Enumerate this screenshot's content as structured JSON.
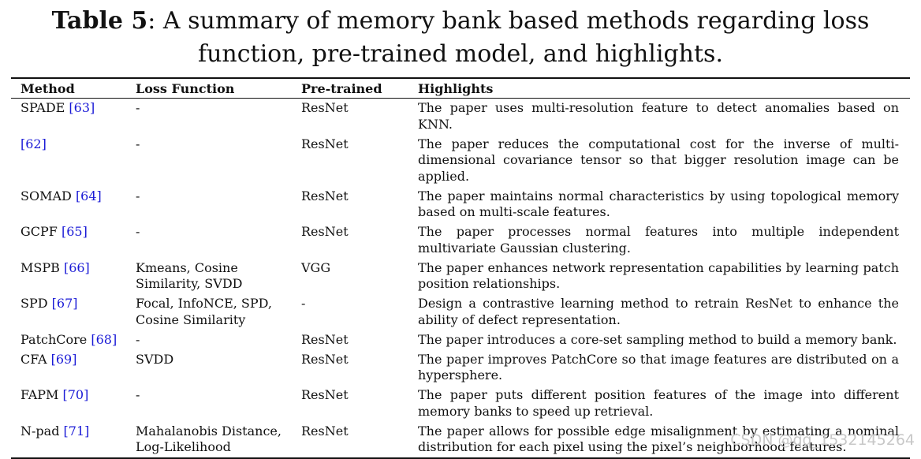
{
  "caption": {
    "label": "Table 5",
    "text": ": A summary of memory bank based methods regarding loss function, pre-trained model, and highlights."
  },
  "table": {
    "headers": [
      "Method",
      "Loss Function",
      "Pre-trained",
      "Highlights"
    ],
    "rows": [
      {
        "method": "SPADE ",
        "ref": "[63]",
        "loss": "-",
        "pretrained": "ResNet",
        "highlights": "The paper uses multi-resolution feature to detect anomalies based on KNN."
      },
      {
        "method": "",
        "ref": "[62]",
        "loss": "-",
        "pretrained": "ResNet",
        "highlights": "The paper reduces the computational cost for the inverse of multi-dimensional covariance tensor so that bigger resolution image can be applied."
      },
      {
        "method": "SOMAD ",
        "ref": "[64]",
        "loss": "-",
        "pretrained": "ResNet",
        "highlights": "The paper maintains normal characteristics by using topological memory based on multi-scale features."
      },
      {
        "method": "GCPF ",
        "ref": "[65]",
        "loss": "-",
        "pretrained": "ResNet",
        "highlights": "The paper processes normal features into multiple independent multivariate Gaussian clustering."
      },
      {
        "method": "MSPB ",
        "ref": "[66]",
        "loss": "Kmeans, Cosine Similarity, SVDD",
        "pretrained": "VGG",
        "highlights": "The paper enhances network representation capabilities by learning patch position relationships."
      },
      {
        "method": "SPD ",
        "ref": "[67]",
        "loss": "Focal, InfoNCE, SPD, Cosine Similarity",
        "pretrained": "-",
        "highlights": "Design a contrastive learning method to retrain ResNet to enhance the ability of defect representation."
      },
      {
        "method": "PatchCore ",
        "ref": "[68]",
        "loss": "-",
        "pretrained": "ResNet",
        "highlights": "The paper introduces a core-set sampling method to build a memory bank."
      },
      {
        "method": "CFA ",
        "ref": "[69]",
        "loss": "SVDD",
        "pretrained": "ResNet",
        "highlights": "The paper improves PatchCore so that image features are distributed on a hypersphere."
      },
      {
        "method": "FAPM ",
        "ref": "[70]",
        "loss": "-",
        "pretrained": "ResNet",
        "highlights": "The paper puts different position features of the image into different memory banks to speed up retrieval."
      },
      {
        "method": "N-pad ",
        "ref": "[71]",
        "loss": "Mahalanobis Distance, Log-Likelihood",
        "pretrained": "ResNet",
        "highlights": "The paper allows for possible edge misalignment by estimating a nominal distribution for each pixel using the pixel’s neighborhood features."
      }
    ]
  },
  "watermark": "CSDN @qq_1532145264"
}
